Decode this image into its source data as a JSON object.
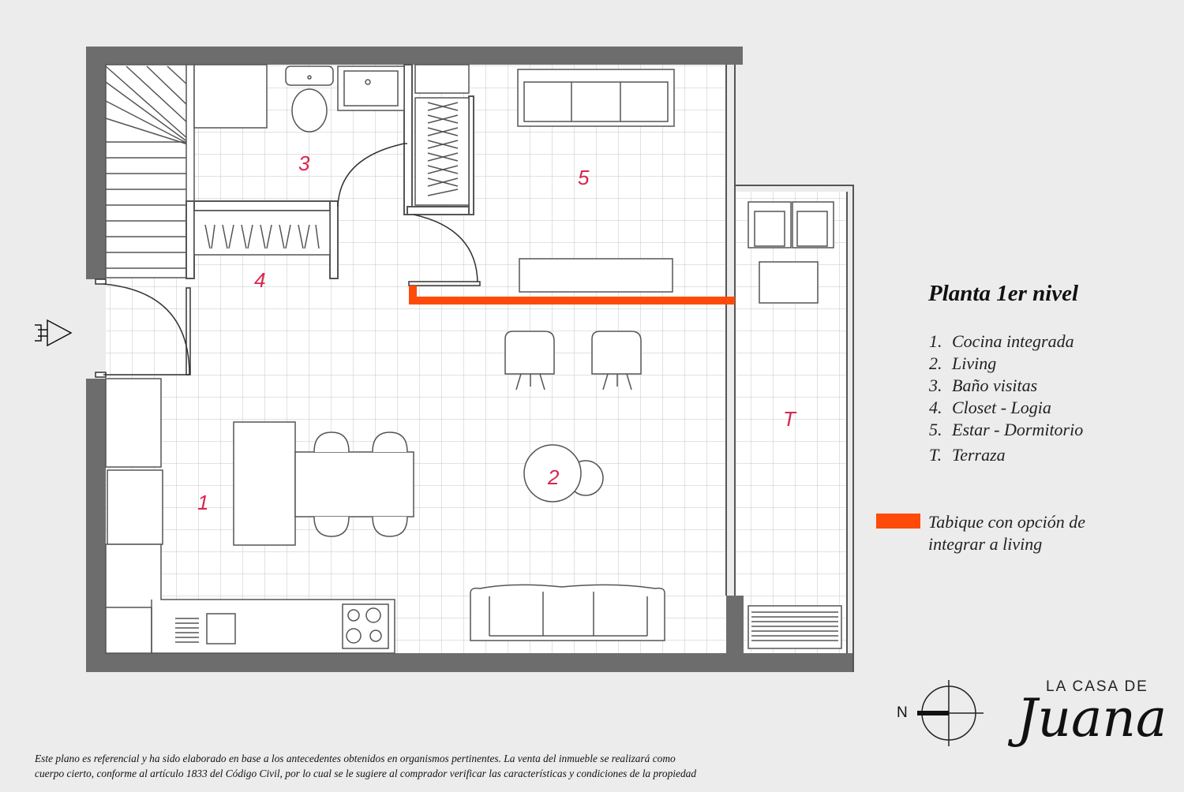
{
  "plan": {
    "title": "Planta 1er nivel",
    "rooms": [
      {
        "id": "1",
        "name": "Cocina integrada"
      },
      {
        "id": "2",
        "name": "Living"
      },
      {
        "id": "3",
        "name": "Baño visitas"
      },
      {
        "id": "4",
        "name": "Closet - Logia"
      },
      {
        "id": "5",
        "name": "Estar - Dormitorio"
      },
      {
        "id": "T",
        "name": "Terraza"
      }
    ],
    "legend_wall": {
      "label_line1": "Tabique con opción de",
      "label_line2": "integrar a living"
    },
    "compass_label": "N"
  },
  "disclaimer": {
    "line1": "Este plano es referencial y ha sido elaborado en base a los antecedentes obtenidos en organismos pertinentes.  La venta del inmueble se realizará como",
    "line2": "cuerpo cierto, conforme al artículo 1833 del Código Civil, por lo cual se le sugiere al comprador verificar las características y condiciones de la propiedad"
  },
  "brand": {
    "line1": "LA CASA DE",
    "line2": "Juana"
  },
  "colors": {
    "wall": "#6d6d6d",
    "room_label": "#d8264f",
    "optional_wall": "#ff4a0a",
    "tile_grid": "#bdbdbd"
  }
}
